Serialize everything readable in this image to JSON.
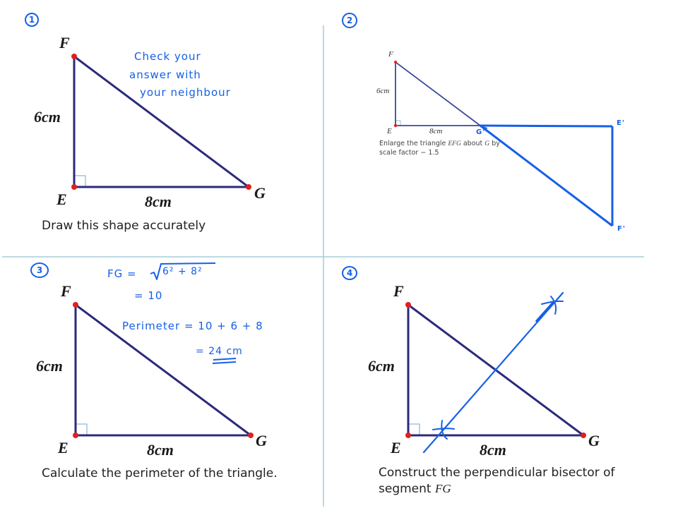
{
  "layout": {
    "divider_color": "#a8cbd8",
    "triangle_color": "#2b2a7a",
    "vertex_color": "#e02020",
    "ink_color": "#1560e8"
  },
  "panels": [
    {
      "number": "1",
      "vertices": {
        "F": "F",
        "E": "E",
        "G": "G"
      },
      "side_vertical": "6cm",
      "side_horizontal": "8cm",
      "caption": "Draw this shape accurately",
      "handwriting": [
        "Check your",
        "answer with",
        "your neighbour"
      ]
    },
    {
      "number": "2",
      "vertices": {
        "F": "F",
        "E": "E",
        "G": "G"
      },
      "side_vertical": "6cm",
      "side_horizontal": "8cm",
      "caption_line1_pre": "Enlarge the triangle ",
      "caption_line1_math": "EFG",
      "caption_line1_mid": " about ",
      "caption_line1_math2": "G",
      "caption_line1_post": " by",
      "caption_line2": "scale factor − 1.5",
      "image_labels": {
        "G_prime": "G'",
        "E_prime": "E'",
        "F_prime": "F'"
      }
    },
    {
      "number": "3",
      "vertices": {
        "F": "F",
        "E": "E",
        "G": "G"
      },
      "side_vertical": "6cm",
      "side_horizontal": "8cm",
      "caption": "Calculate the perimeter of the triangle.",
      "working": {
        "line1_lhs": "FG =",
        "line1_rhs": "6² + 8²",
        "line2": "= 10",
        "line3": "Perimeter = 10 + 6 + 8",
        "line4": "= 24 cm"
      }
    },
    {
      "number": "4",
      "vertices": {
        "F": "F",
        "E": "E",
        "G": "G"
      },
      "side_vertical": "6cm",
      "side_horizontal": "8cm",
      "caption_line1": "Construct the perpendicular bisector of",
      "caption_line2_pre": "segment ",
      "caption_line2_math": "FG"
    }
  ]
}
